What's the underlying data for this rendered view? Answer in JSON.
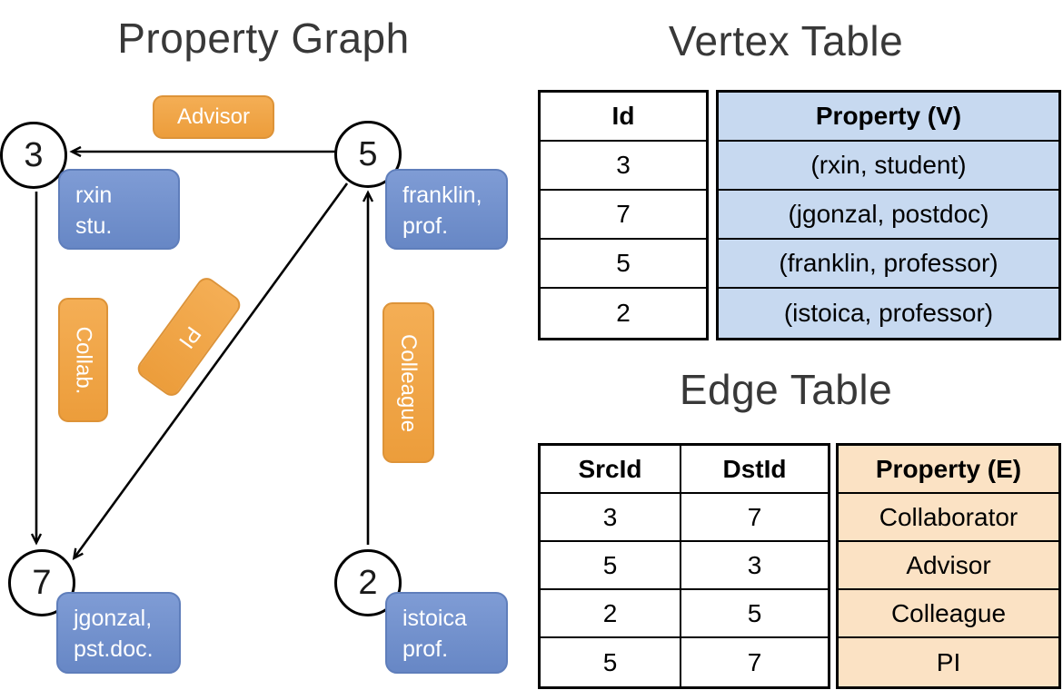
{
  "graph": {
    "title": "Property Graph",
    "nodes": [
      {
        "id": "3",
        "property_line1": "rxin",
        "property_line2": "stu."
      },
      {
        "id": "5",
        "property_line1": "franklin,",
        "property_line2": "prof."
      },
      {
        "id": "7",
        "property_line1": "jgonzal,",
        "property_line2": "pst.doc."
      },
      {
        "id": "2",
        "property_line1": "istoica",
        "property_line2": "prof."
      }
    ],
    "edges": [
      {
        "label": "Advisor"
      },
      {
        "label": "Collab."
      },
      {
        "label": "PI"
      },
      {
        "label": "Colleague"
      }
    ]
  },
  "vertex_table": {
    "title": "Vertex Table",
    "headers": {
      "id": "Id",
      "property": "Property (V)"
    },
    "rows": [
      {
        "id": "3",
        "property": "(rxin, student)"
      },
      {
        "id": "7",
        "property": "(jgonzal, postdoc)"
      },
      {
        "id": "5",
        "property": "(franklin, professor)"
      },
      {
        "id": "2",
        "property": "(istoica, professor)"
      }
    ]
  },
  "edge_table": {
    "title": "Edge Table",
    "headers": {
      "src": "SrcId",
      "dst": "DstId",
      "property": "Property (E)"
    },
    "rows": [
      {
        "src": "3",
        "dst": "7",
        "property": "Collaborator"
      },
      {
        "src": "5",
        "dst": "3",
        "property": "Advisor"
      },
      {
        "src": "2",
        "dst": "5",
        "property": "Colleague"
      },
      {
        "src": "5",
        "dst": "7",
        "property": "PI"
      }
    ]
  },
  "colors": {
    "vertex_property_fill": "#c7d9f0",
    "edge_property_fill": "#fbe2c4",
    "vertex_box_blue": "#7291cb",
    "edge_label_orange": "#f0a548",
    "line_black": "#000000"
  }
}
